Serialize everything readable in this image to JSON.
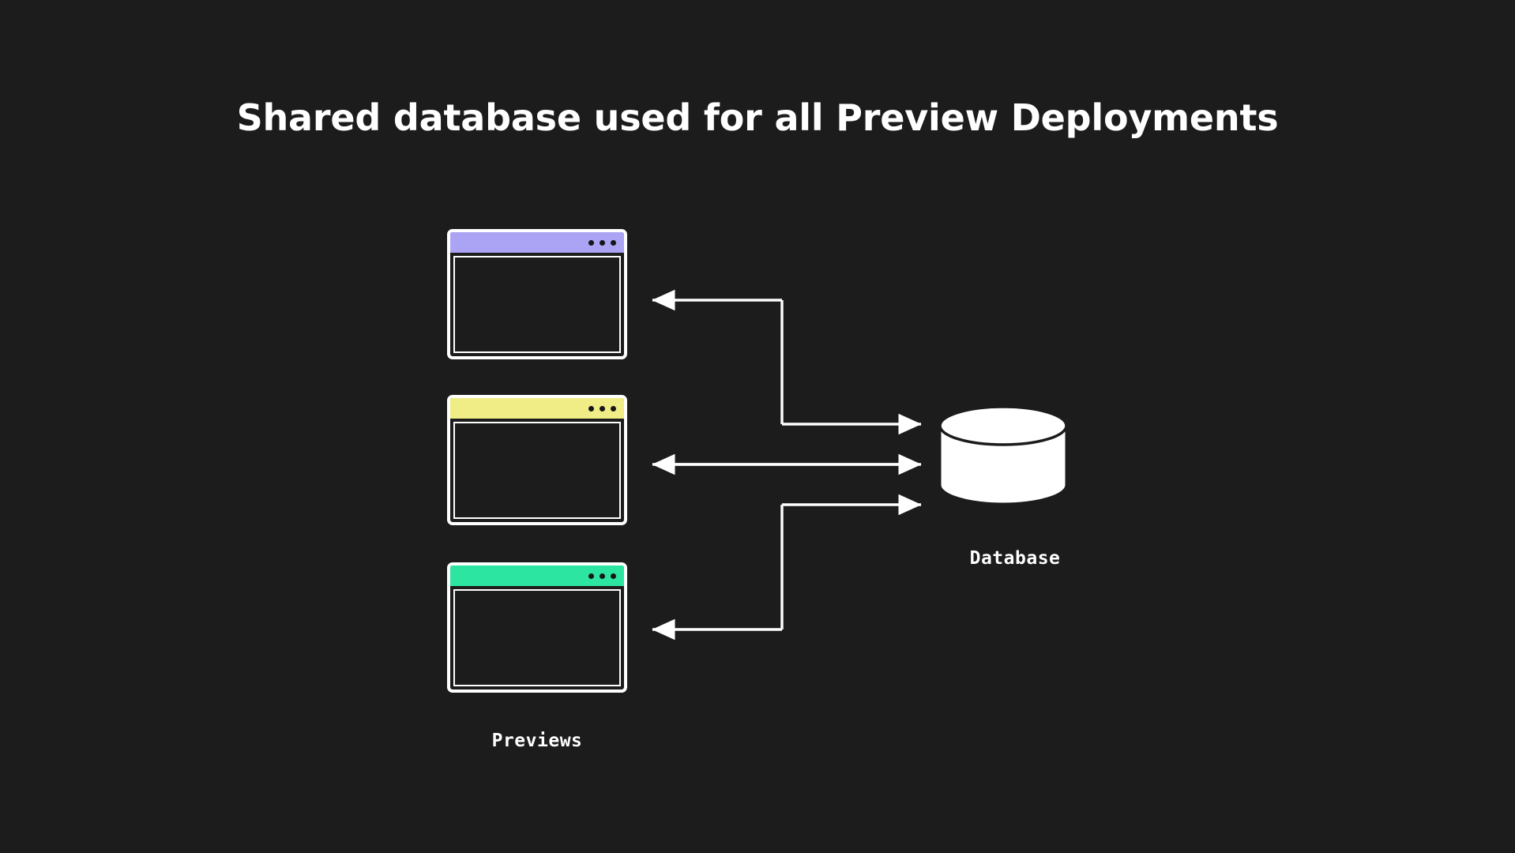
{
  "page": {
    "title": "Shared database used for all Preview Deployments",
    "background_color": "#1c1c1c",
    "foreground_color": "#ffffff"
  },
  "diagram": {
    "type": "architecture-flow",
    "previews": {
      "group_label": "Previews",
      "windows": [
        {
          "id": "purple",
          "name": "preview-window-purple",
          "titlebar_color": "#aba4f5",
          "dot_count": 3
        },
        {
          "id": "yellow",
          "name": "preview-window-yellow",
          "titlebar_color": "#f0ec86",
          "dot_count": 3
        },
        {
          "id": "green",
          "name": "preview-window-green",
          "titlebar_color": "#2ce5a0",
          "dot_count": 3
        }
      ]
    },
    "database": {
      "label": "Database",
      "fill_color": "#ffffff",
      "stroke_color": "#1c1c1c"
    },
    "connections": [
      {
        "from": "preview-window-purple",
        "to": "database",
        "direction": "bidirectional",
        "routing": "elbow"
      },
      {
        "from": "preview-window-yellow",
        "to": "database",
        "direction": "bidirectional",
        "routing": "straight"
      },
      {
        "from": "preview-window-green",
        "to": "database",
        "direction": "bidirectional",
        "routing": "elbow"
      }
    ]
  }
}
